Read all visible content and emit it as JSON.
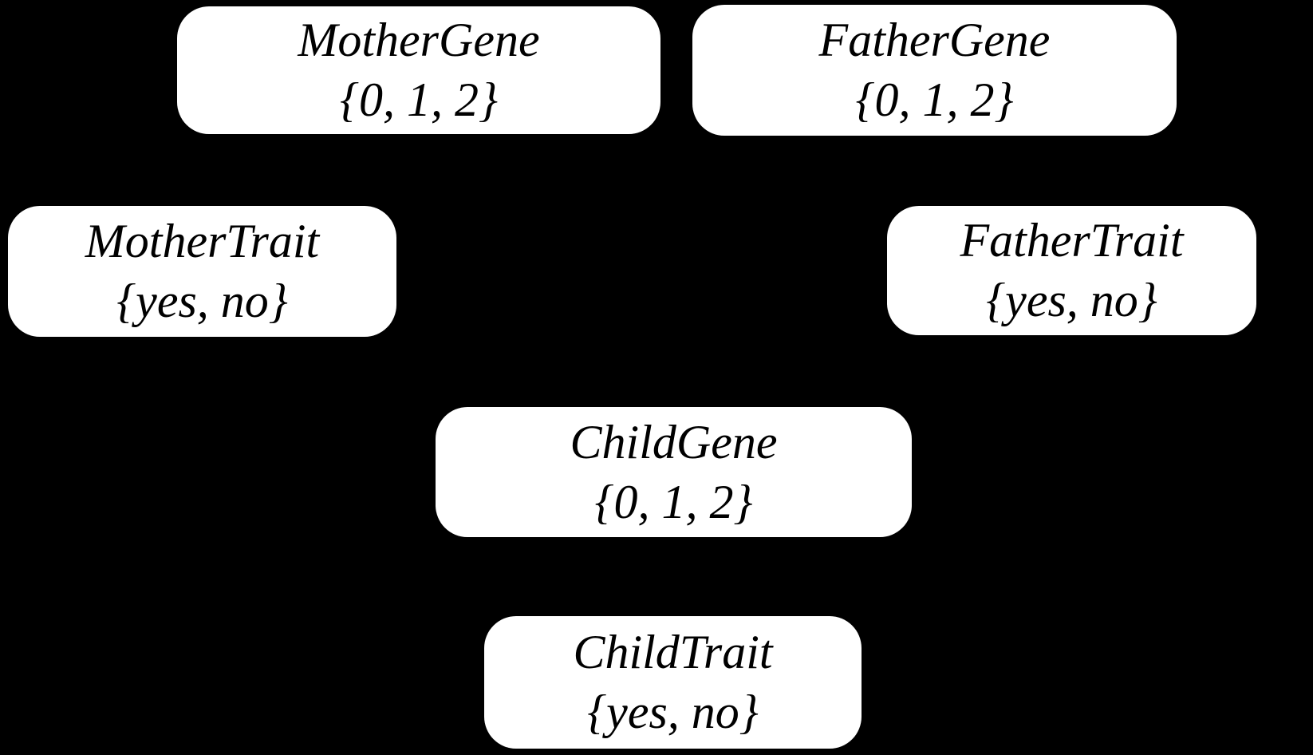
{
  "diagram": {
    "type": "bayesian-network",
    "colors": {
      "background": "#000000",
      "node_fill": "#ffffff",
      "node_text": "#000000"
    },
    "nodes": [
      {
        "id": "mother-gene",
        "label": "MotherGene",
        "domain": "{0, 1, 2}"
      },
      {
        "id": "father-gene",
        "label": "FatherGene",
        "domain": "{0, 1, 2}"
      },
      {
        "id": "mother-trait",
        "label": "MotherTrait",
        "domain": "{yes, no}"
      },
      {
        "id": "father-trait",
        "label": "FatherTrait",
        "domain": "{yes, no}"
      },
      {
        "id": "child-gene",
        "label": "ChildGene",
        "domain": "{0, 1, 2}"
      },
      {
        "id": "child-trait",
        "label": "ChildTrait",
        "domain": "{yes, no}"
      }
    ],
    "edges_visible": false
  }
}
